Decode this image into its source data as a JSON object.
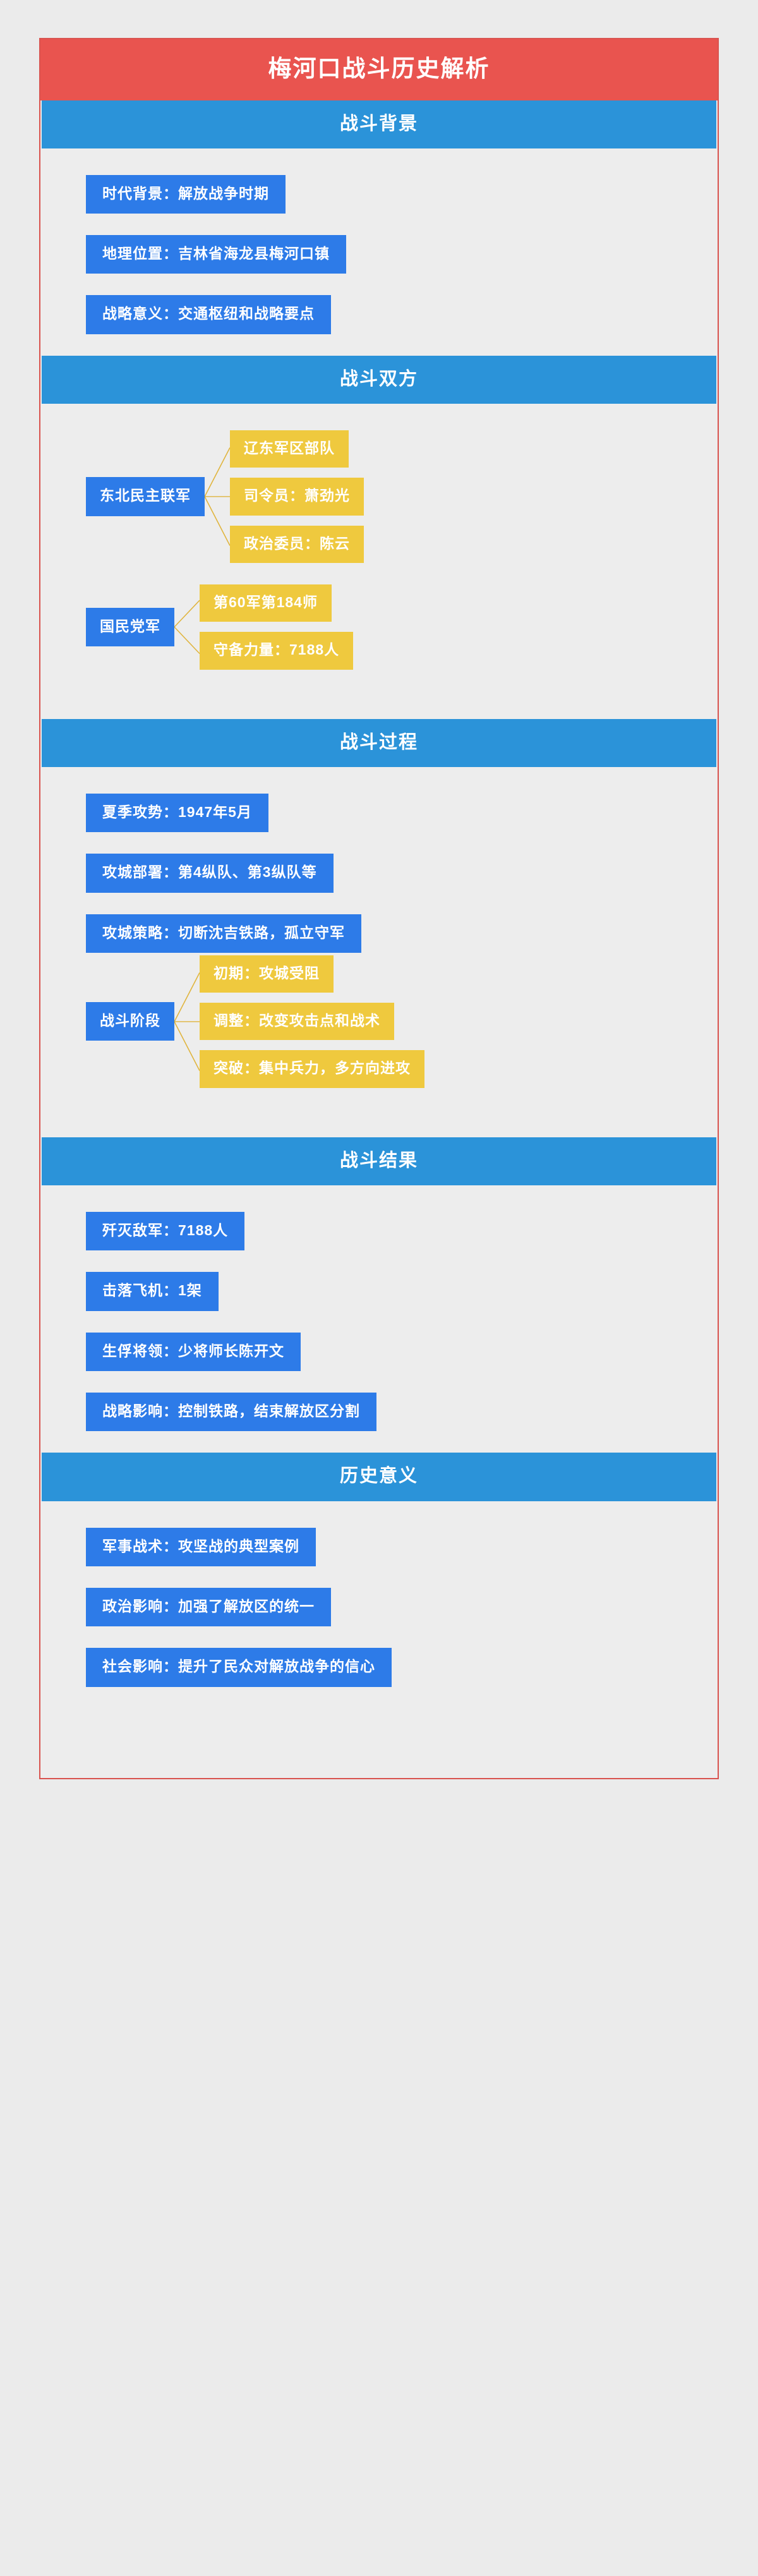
{
  "colors": {
    "page_background": "#ebebeb",
    "card_border": "#d9534f",
    "title_bar": "#e9544f",
    "section_header": "#2b93d9",
    "item_blue": "#2d7be8",
    "item_yellow": "#efc93e",
    "connector": "#e0b43c",
    "text_on_color": "#ffffff"
  },
  "title": "梅河口战斗历史解析",
  "sections": [
    {
      "header": "战斗背景",
      "type": "flat",
      "items": [
        "时代背景：解放战争时期",
        "地理位置：吉林省海龙县梅河口镇",
        "战略意义：交通枢纽和战略要点"
      ]
    },
    {
      "header": "战斗双方",
      "type": "branch",
      "branches": [
        {
          "parent": "东北民主联军",
          "children": [
            "辽东军区部队",
            "司令员：萧劲光",
            "政治委员：陈云"
          ]
        },
        {
          "parent": "国民党军",
          "children": [
            "第60军第184师",
            "守备力量：7188人"
          ]
        }
      ]
    },
    {
      "header": "战斗过程",
      "type": "mixed",
      "items": [
        "夏季攻势：1947年5月",
        "攻城部署：第4纵队、第3纵队等",
        "攻城策略：切断沈吉铁路，孤立守军"
      ],
      "branches": [
        {
          "parent": "战斗阶段",
          "children": [
            "初期：攻城受阻",
            "调整：改变攻击点和战术",
            "突破：集中兵力，多方向进攻"
          ]
        }
      ]
    },
    {
      "header": "战斗结果",
      "type": "flat",
      "items": [
        "歼灭敌军：7188人",
        "击落飞机：1架",
        "生俘将领：少将师长陈开文",
        "战略影响：控制铁路，结束解放区分割"
      ]
    },
    {
      "header": "历史意义",
      "type": "flat",
      "items": [
        "军事战术：攻坚战的典型案例",
        "政治影响：加强了解放区的统一",
        "社会影响：提升了民众对解放战争的信心"
      ]
    }
  ]
}
